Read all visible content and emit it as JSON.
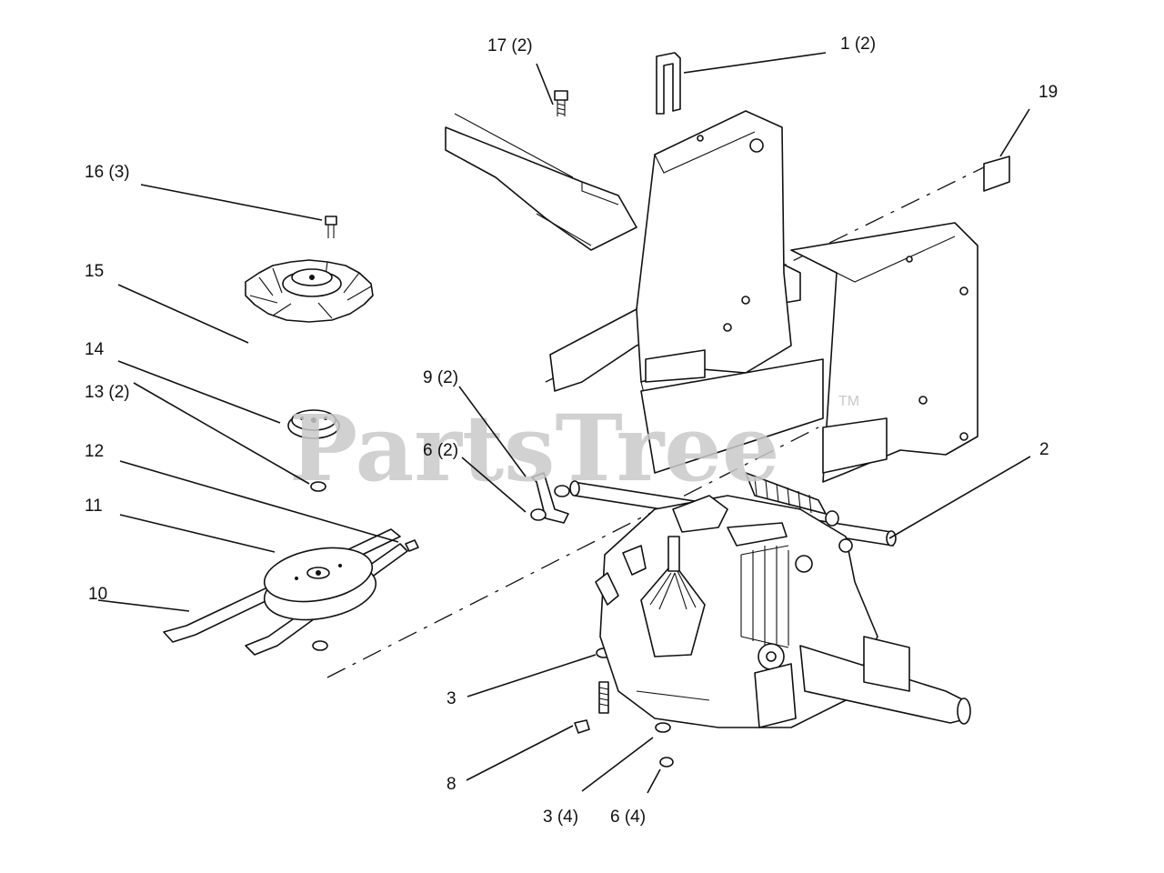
{
  "watermark": {
    "text": "PartsTree",
    "tm": "TM"
  },
  "callouts": {
    "c1": "1 (2)",
    "c2": "2",
    "c3": "3",
    "c3b": "3 (4)",
    "c6": "6 (2)",
    "c6b": "6 (4)",
    "c8": "8",
    "c9": "9 (2)",
    "c10": "10",
    "c11": "11",
    "c12": "12",
    "c13": "13 (2)",
    "c14": "14",
    "c15": "15",
    "c16": "16 (3)",
    "c17": "17 (2)",
    "c19": "19"
  }
}
